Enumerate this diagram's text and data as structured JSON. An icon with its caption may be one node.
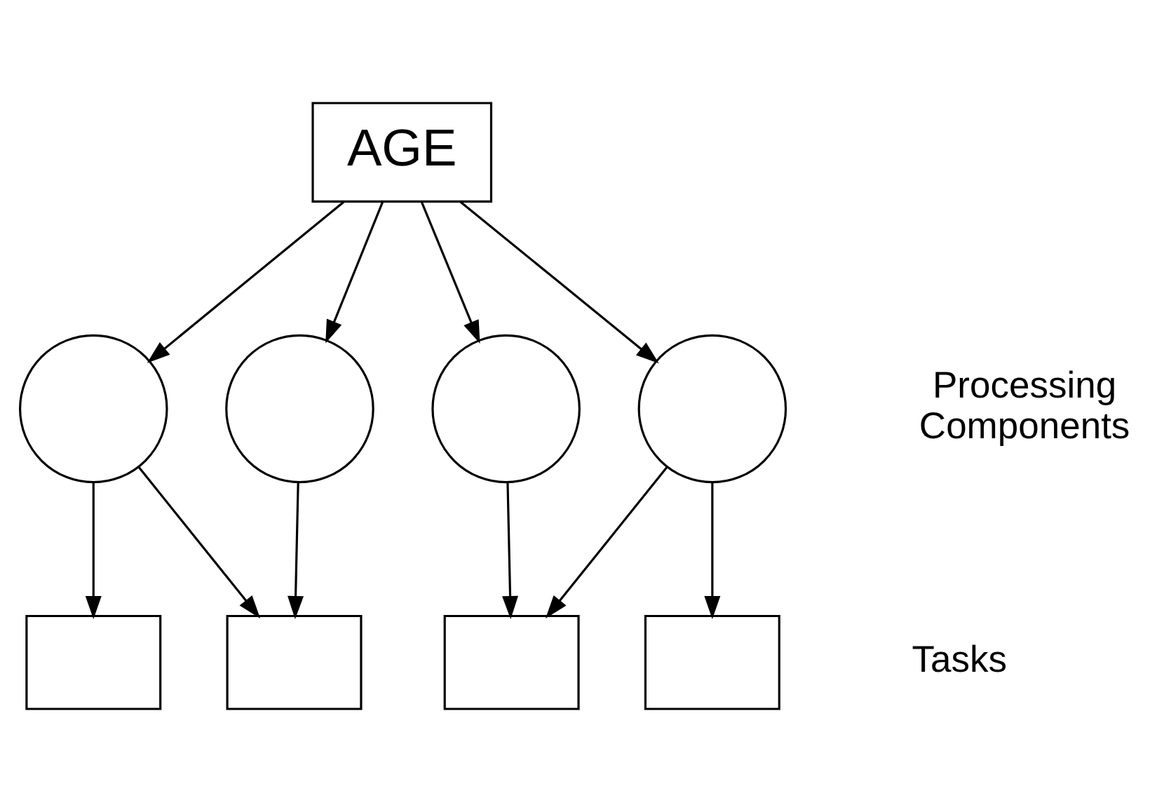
{
  "diagram": {
    "nodes": [
      {
        "text": [
          "AGE"
        ]
      },
      {
        "text": [],
        "shape": "circle"
      },
      {
        "text": [],
        "shape": "circle"
      },
      {
        "text": [],
        "shape": "circle"
      },
      {
        "text": [],
        "shape": "circle"
      },
      {
        "text": [],
        "shape": "box"
      },
      {
        "text": [],
        "shape": "box"
      },
      {
        "text": [],
        "shape": "box"
      },
      {
        "text": [],
        "shape": "box"
      }
    ],
    "edges": [
      {
        "from": 0,
        "to": 1,
        "arrow": "to"
      },
      {
        "from": 0,
        "to": 2,
        "arrow": "to"
      },
      {
        "from": 0,
        "to": 3,
        "arrow": "to"
      },
      {
        "from": 0,
        "to": 4,
        "arrow": "to"
      },
      {
        "from": 1,
        "to": 5,
        "arrow": "to"
      },
      {
        "from": 1,
        "to": 6,
        "arrow": "to"
      },
      {
        "from": 2,
        "to": 6,
        "arrow": "to"
      },
      {
        "from": 3,
        "to": 7,
        "arrow": "to"
      },
      {
        "from": 4,
        "to": 7,
        "arrow": "to"
      },
      {
        "from": 4,
        "to": 8,
        "arrow": "to"
      }
    ],
    "labels": [
      "Processing Components",
      "Tasks"
    ]
  }
}
